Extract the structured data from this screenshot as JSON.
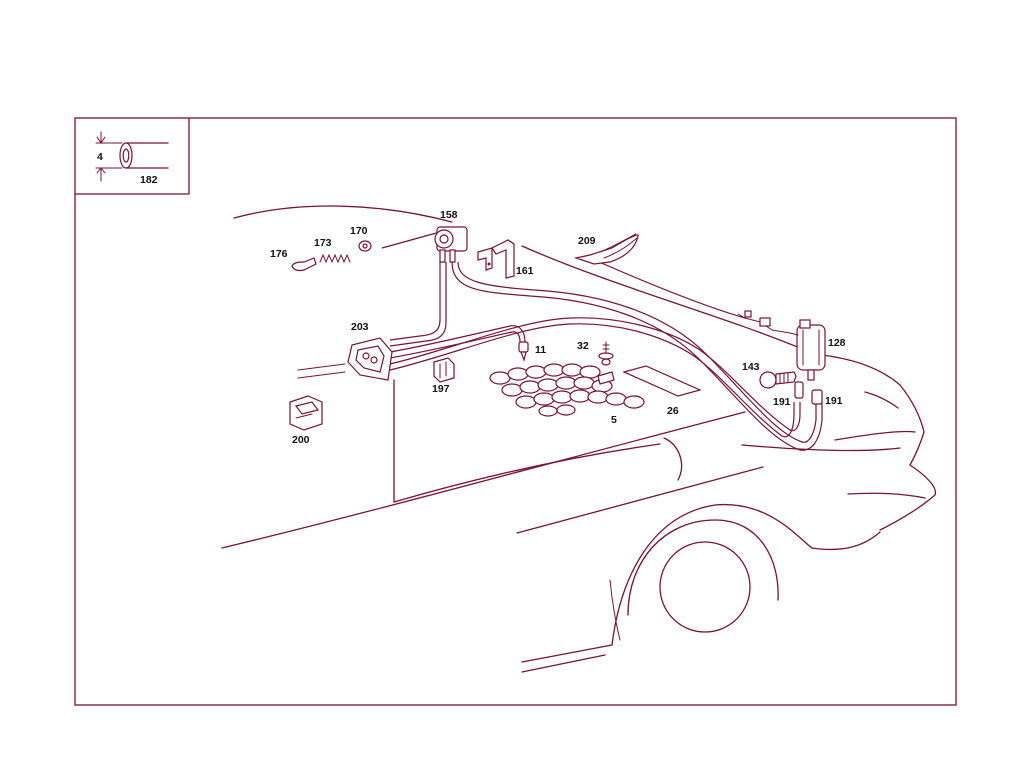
{
  "inset": {
    "dimension_label": "4",
    "part_label": "182"
  },
  "parts": {
    "p158": "158",
    "p170": "170",
    "p173": "173",
    "p176": "176",
    "p161": "161",
    "p209": "209",
    "p128": "128",
    "p143": "143",
    "p191a": "191",
    "p191b": "191",
    "p203": "203",
    "p11": "11",
    "p32": "32",
    "p197": "197",
    "p200": "200",
    "p5": "5",
    "p26": "26"
  },
  "colors": {
    "line": "#7a1230",
    "background": "#ffffff",
    "text": "#111111"
  }
}
